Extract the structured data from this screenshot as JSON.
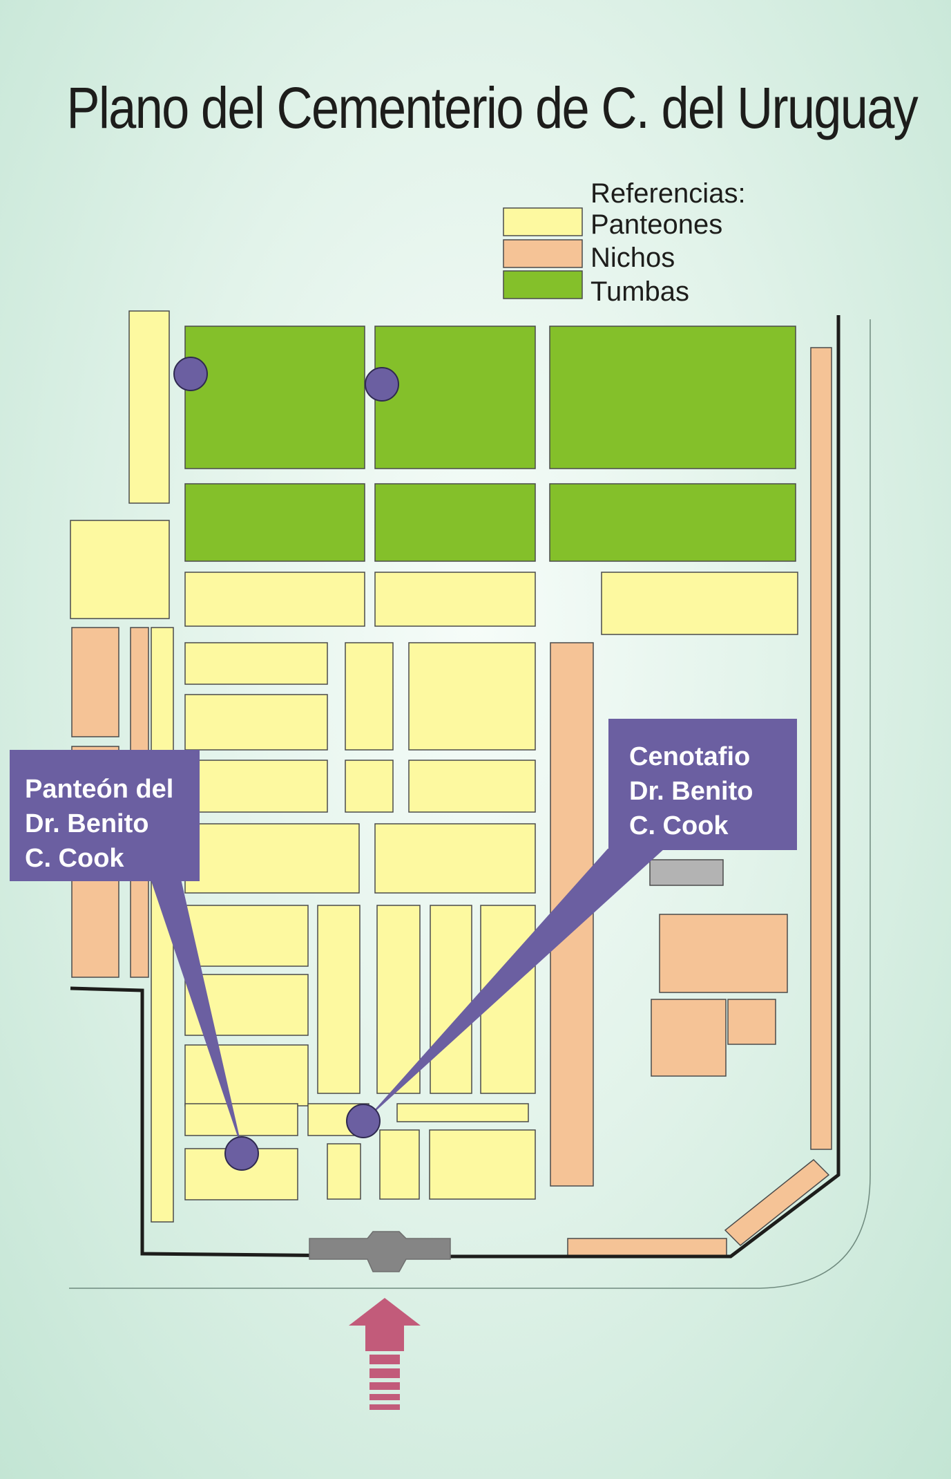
{
  "title": "Plano del Cementerio de C. del Uruguay",
  "legend": {
    "title": "Referencias:",
    "items": [
      {
        "label": "Panteones",
        "color": "#fdf9a0"
      },
      {
        "label": "Nichos",
        "color": "#f5c396"
      },
      {
        "label": "Tumbas",
        "color": "#84c02a"
      }
    ]
  },
  "callouts": {
    "panteon": {
      "lines": [
        "Panteón del",
        "Dr. Benito",
        "C. Cook"
      ],
      "color": "#6b5fa1"
    },
    "cenotafio": {
      "lines": [
        "Cenotafio",
        "Dr. Benito",
        "C. Cook"
      ],
      "color": "#6b5fa1"
    }
  },
  "colors": {
    "background": "#d9f0e4",
    "wall": "#1d1d1b",
    "entrance_gate": "#858585",
    "entrance_arrow": "#c25b7a",
    "cenotafio_plaque": "#b3b3b3"
  }
}
